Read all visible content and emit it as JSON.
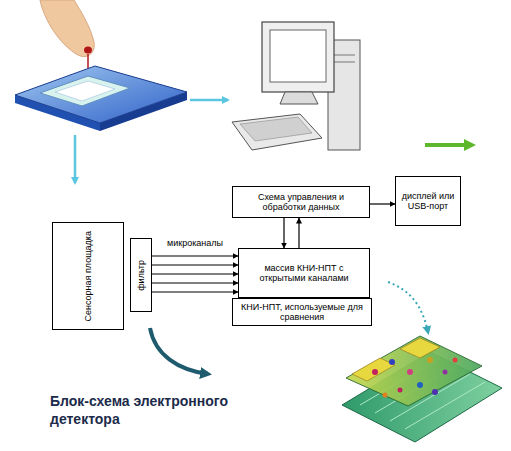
{
  "diagram": {
    "title": "Блок-схема электронного детектора",
    "nodes": [
      {
        "text": [
          "Сенсорная площадка"
        ]
      },
      {
        "text": [
          "фильтр"
        ]
      },
      {
        "text": [
          "Схема управления и обработки данных"
        ]
      },
      {
        "text": [
          "дисплей или USB-порт"
        ]
      },
      {
        "text": [
          "массив КНИ-НПТ с открытыми каналами"
        ]
      },
      {
        "text": [
          "КНИ-НПТ, используемые для сравнения"
        ]
      }
    ],
    "edges": [
      {
        "from": 1,
        "to": 4,
        "label": "микроканалы",
        "arrow": "to"
      },
      {
        "from": 1,
        "to": 4,
        "arrow": "to"
      },
      {
        "from": 1,
        "to": 4,
        "arrow": "to"
      },
      {
        "from": 1,
        "to": 4,
        "arrow": "to"
      },
      {
        "from": 1,
        "to": 4,
        "arrow": "to"
      },
      {
        "from": 2,
        "to": 3,
        "arrow": "to"
      },
      {
        "from": 2,
        "to": 4,
        "arrow": "to"
      },
      {
        "from": 4,
        "to": 2,
        "arrow": "to"
      }
    ]
  }
}
